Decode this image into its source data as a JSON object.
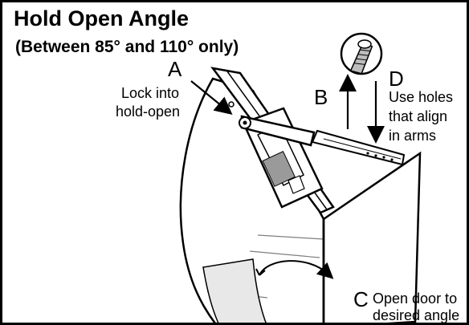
{
  "title": "Hold Open Angle",
  "subtitle": "(Between 85° and 110° only)",
  "labels": {
    "a": {
      "letter": "A",
      "text_line1": "Lock into",
      "text_line2": "hold-open"
    },
    "b": {
      "letter": "B"
    },
    "c": {
      "letter": "C",
      "text_line1": "Open door to",
      "text_line2": "desired angle"
    },
    "d": {
      "letter": "D",
      "text_line1": "Use holes",
      "text_line2": "that align",
      "text_line3": "in arms"
    }
  },
  "icons": [
    "screw-icon",
    "arrow-up-icon",
    "arrow-down-icon",
    "pointer-arrow-icon",
    "rotation-arrow-icon"
  ],
  "colors": {
    "ink": "#000000",
    "background": "#ffffff",
    "shade": "#bdbdbd"
  }
}
